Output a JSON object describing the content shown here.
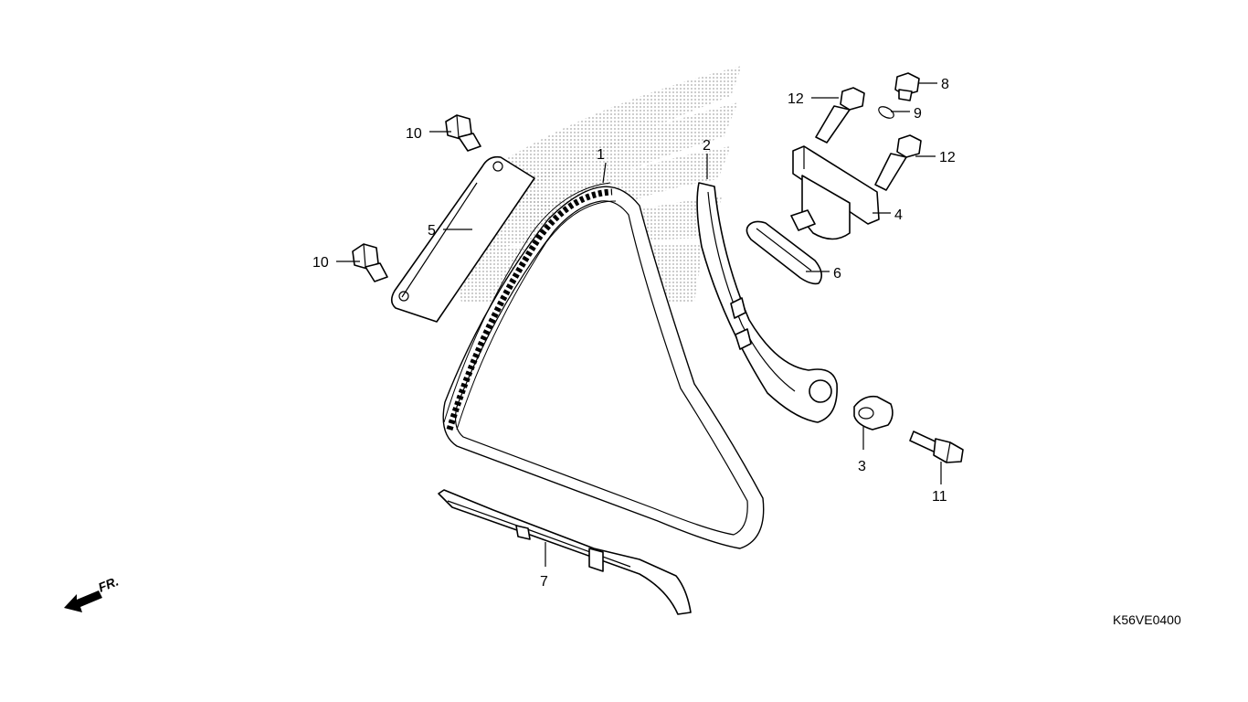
{
  "diagram": {
    "callouts": {
      "c1": "1",
      "c2": "2",
      "c3": "3",
      "c4": "4",
      "c5": "5",
      "c6": "6",
      "c7": "7",
      "c8": "8",
      "c9": "9",
      "c10a": "10",
      "c10b": "10",
      "c11": "11",
      "c12a": "12",
      "c12b": "12"
    },
    "direction_label": "FR.",
    "drawing_code": "K56VE0400"
  },
  "icons": {
    "direction": "front-direction-arrow-icon",
    "watermark": "wing-logo-watermark"
  },
  "colors": {
    "ink": "#000000",
    "background": "#ffffff",
    "watermark": "#bbbbbb"
  }
}
